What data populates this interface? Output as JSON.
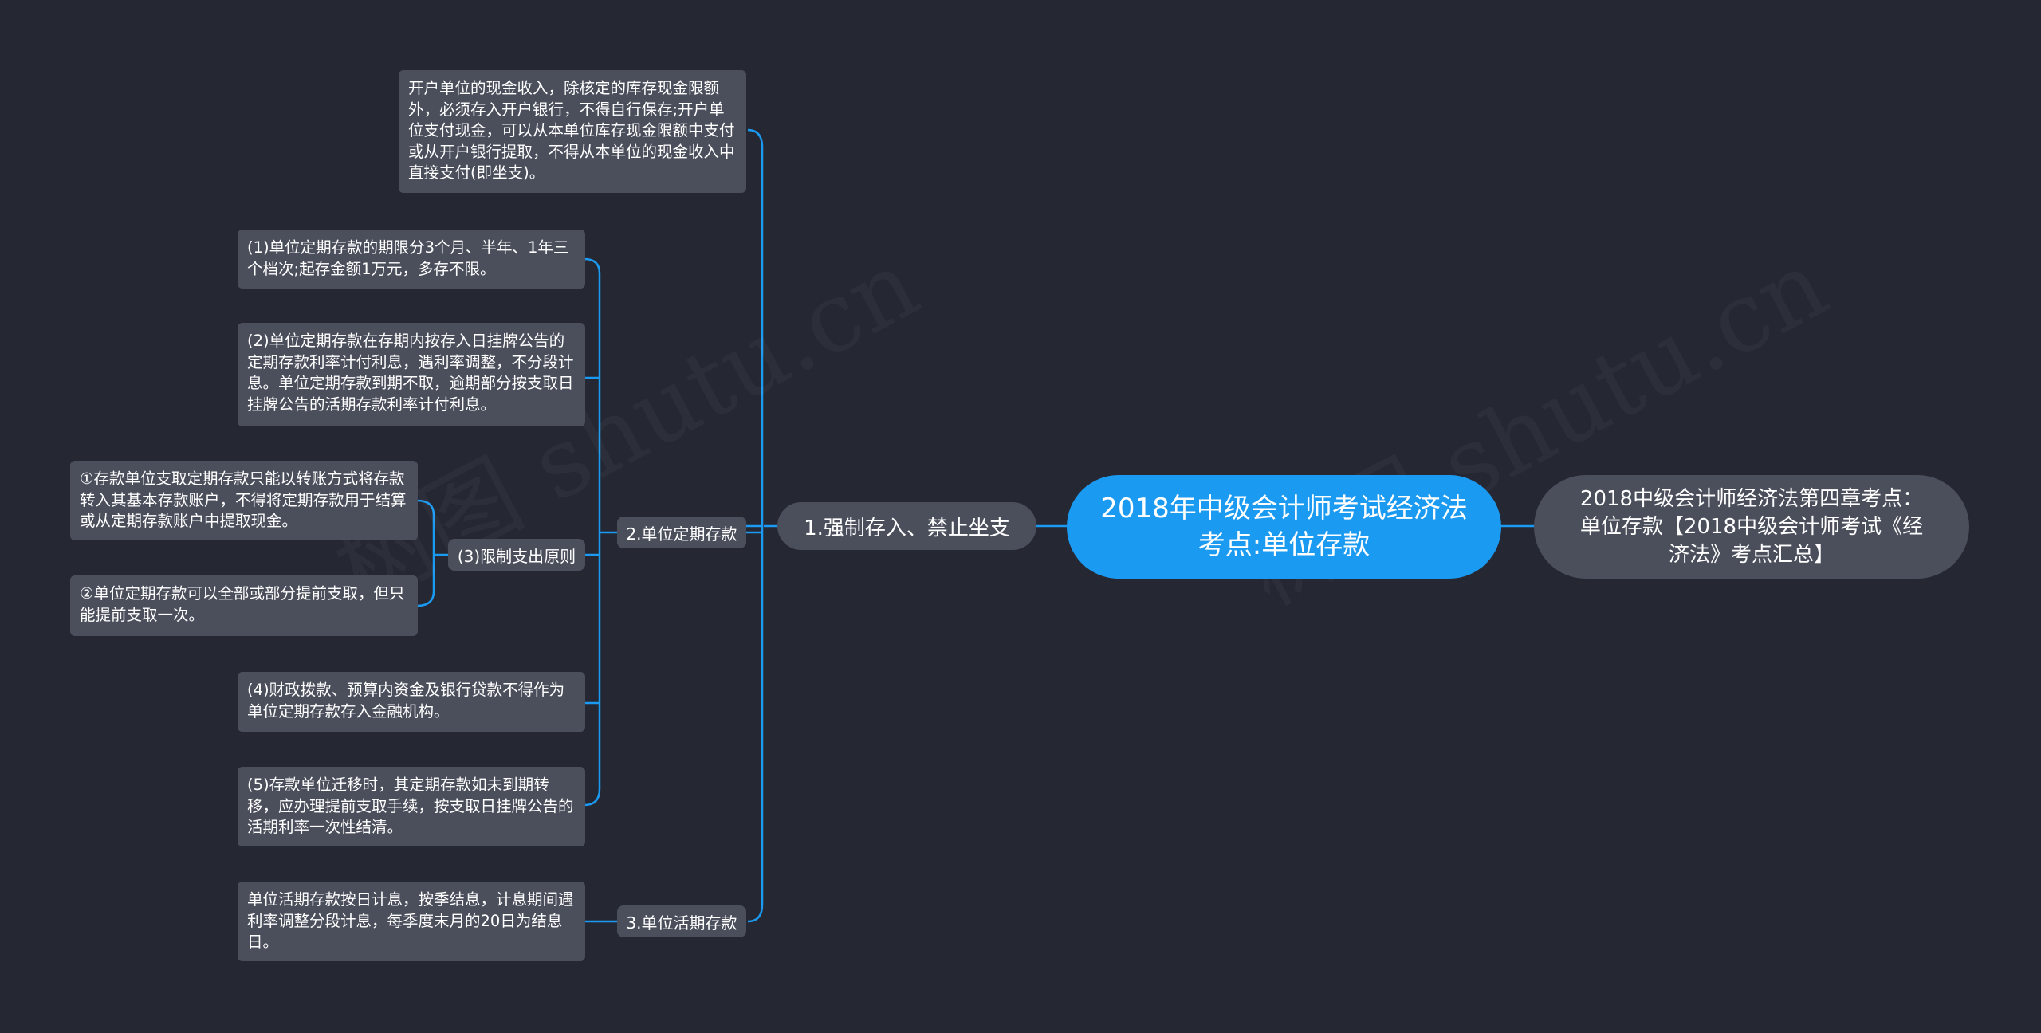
{
  "root": {
    "label": "2018年中级会计师考试经济法考点:单位存款"
  },
  "right_node": {
    "label": "2018中级会计师经济法第四章考点：单位存款【2018中级会计师考试《经济法》考点汇总】"
  },
  "main_branch": {
    "label": "1.强制存入、禁止坐支"
  },
  "top_note": {
    "label": "开户单位的现金收入，除核定的库存现金限额外，必须存入开户银行，不得自行保存;开户单位支付现金，可以从本单位库存现金限额中支付或从开户银行提取，不得从本单位的现金收入中直接支付(即坐支)。"
  },
  "branch2": {
    "label": "2.单位定期存款",
    "item1": "(1)单位定期存款的期限分3个月、半年、1年三个档次;起存金额1万元，多存不限。",
    "item2": "(2)单位定期存款在存期内按存入日挂牌公告的定期存款利率计付利息，遇利率调整，不分段计息。单位定期存款到期不取，逾期部分按支取日挂牌公告的活期存款利率计付利息。",
    "item3": {
      "label": "(3)限制支出原则",
      "sub1": "①存款单位支取定期存款只能以转账方式将存款转入其基本存款账户，不得将定期存款用于结算或从定期存款账户中提取现金。",
      "sub2": "②单位定期存款可以全部或部分提前支取，但只能提前支取一次。"
    },
    "item4": "(4)财政拨款、预算内资金及银行贷款不得作为单位定期存款存入金融机构。",
    "item5": "(5)存款单位迁移时，其定期存款如未到期转移，应办理提前支取手续，按支取日挂牌公告的活期利率一次性结清。"
  },
  "branch3": {
    "label": "3.单位活期存款",
    "item1": "单位活期存款按日计息，按季结息，计息期间遇利率调整分段计息，每季度末月的20日为结息日。"
  },
  "colors": {
    "background": "#252833",
    "node": "#4b4f5c",
    "root": "#1b9af2",
    "link": "#1b9af2"
  }
}
